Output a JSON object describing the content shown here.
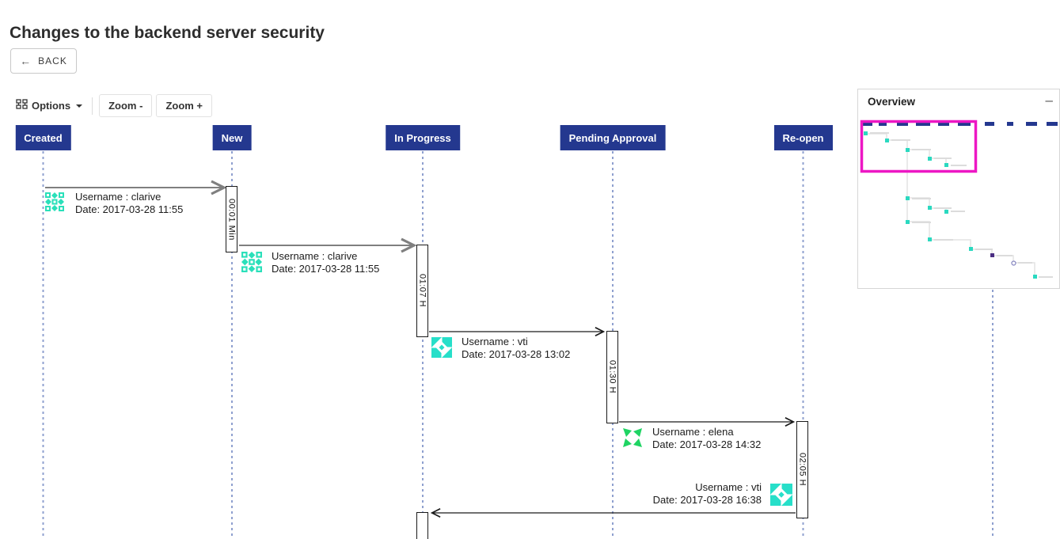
{
  "title": "Changes to the backend server security",
  "toolbar": {
    "back_arrow": "←",
    "back": "BACK",
    "options": "Options",
    "zoom_out": "Zoom -",
    "zoom_in": "Zoom +"
  },
  "states": [
    {
      "label": "Created"
    },
    {
      "label": "New"
    },
    {
      "label": "In Progress"
    },
    {
      "label": "Pending Approval"
    },
    {
      "label": "Re-open"
    }
  ],
  "transitions": [
    {
      "from": "Created",
      "to": "New",
      "duration": "00:01 Min",
      "user_line": "Username : clarive",
      "date_line": "Date: 2017-03-28 11:55",
      "icon": "clarive-identicon"
    },
    {
      "from": "New",
      "to": "In Progress",
      "duration": "01:07 H",
      "user_line": "Username : clarive",
      "date_line": "Date: 2017-03-28 11:55",
      "icon": "clarive-identicon"
    },
    {
      "from": "In Progress",
      "to": "Pending Approval",
      "duration": "01:30 H",
      "user_line": "Username : vti",
      "date_line": "Date: 2017-03-28 13:02",
      "icon": "vti-identicon"
    },
    {
      "from": "Pending Approval",
      "to": "Re-open",
      "duration": "02:05 H",
      "user_line": "Username : elena",
      "date_line": "Date: 2017-03-28 14:32",
      "icon": "elena-identicon"
    },
    {
      "from": "Re-open",
      "to": "In Progress",
      "duration": "",
      "user_line": "Username : vti",
      "date_line": "Date: 2017-03-28 16:38",
      "icon": "vti-identicon"
    }
  ],
  "overview": {
    "title": "Overview",
    "collapse": "–"
  },
  "colors": {
    "state_bg": "#24388f",
    "lane_line": "#8fa0cf",
    "identicon_teal": "#2ae0ba",
    "identicon_green": "#1fd463",
    "viewport_outline": "#ed17c4"
  }
}
